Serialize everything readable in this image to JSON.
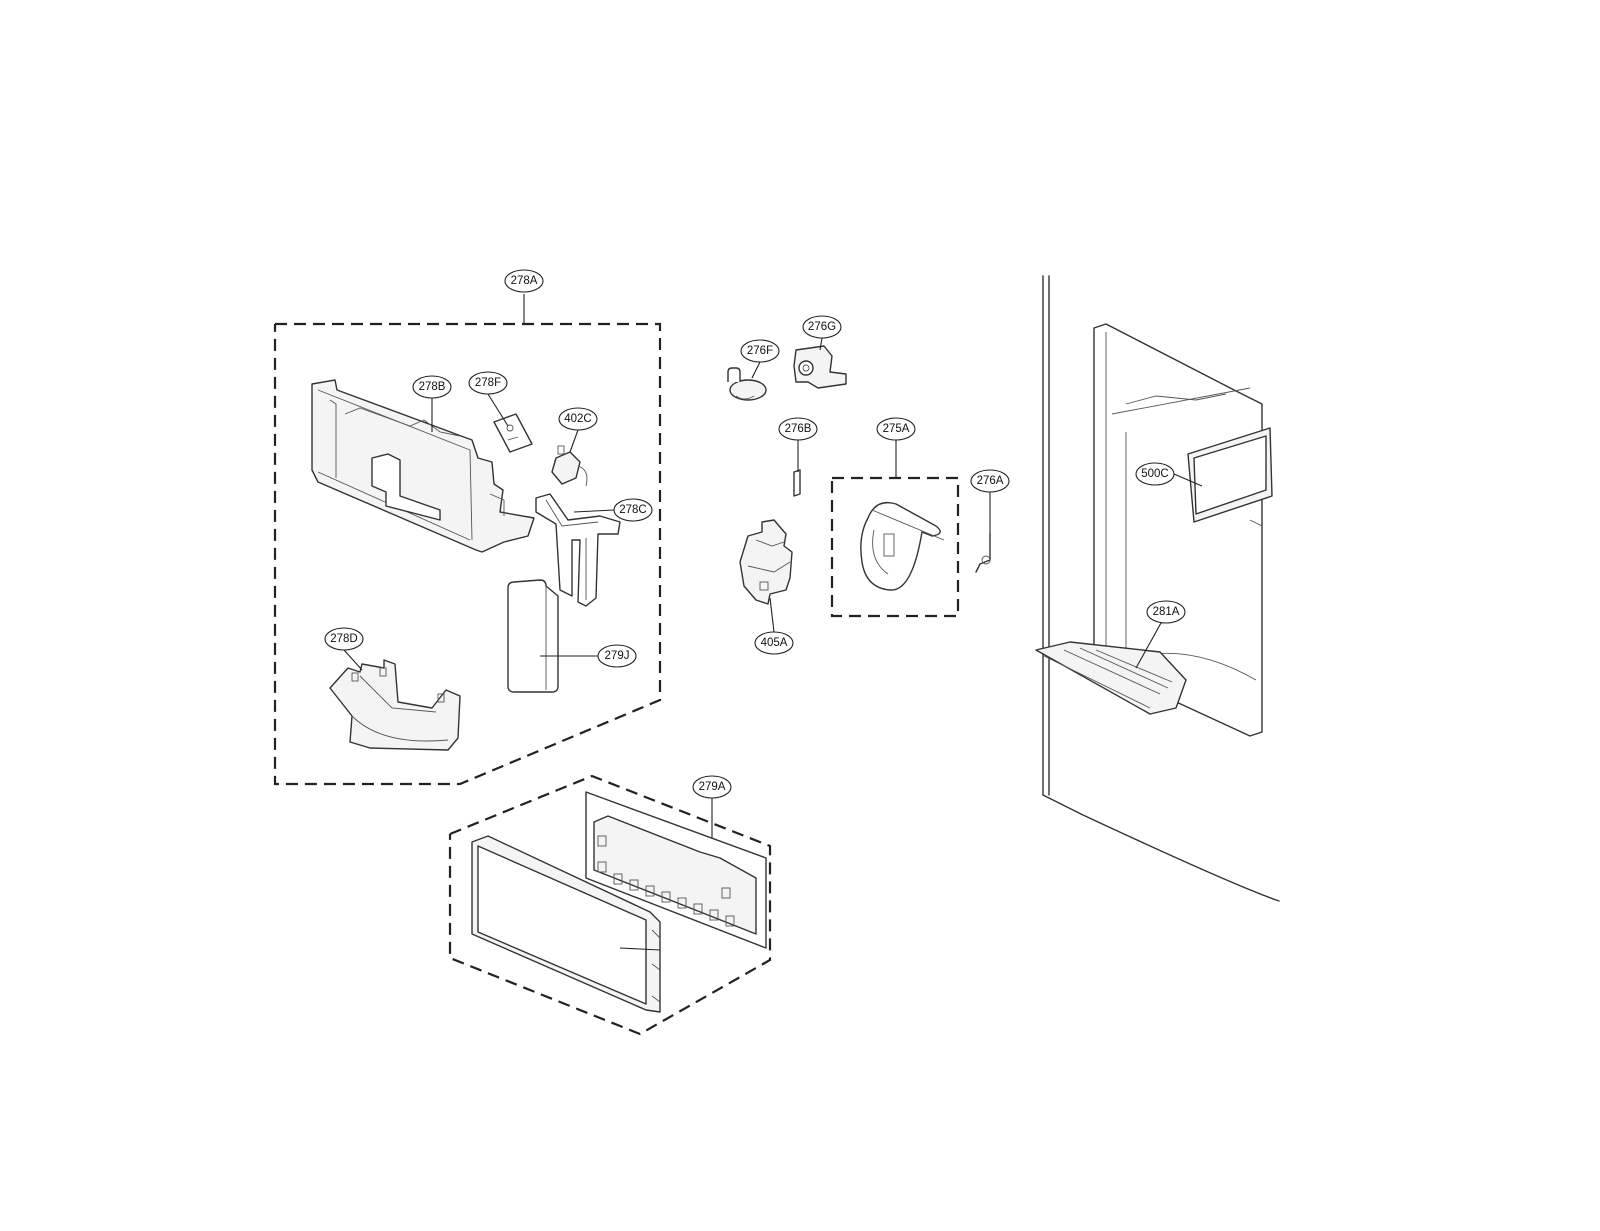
{
  "labels": {
    "l278A": "278A",
    "l278B": "278B",
    "l278F": "278F",
    "l402C": "402C",
    "l278C": "278C",
    "l278D": "278D",
    "l279J": "279J",
    "l279A": "279A",
    "l276F": "276F",
    "l276G": "276G",
    "l276B": "276B",
    "l275A": "275A",
    "l276A": "276A",
    "l405A": "405A",
    "l500C": "500C",
    "l281A": "281A"
  }
}
